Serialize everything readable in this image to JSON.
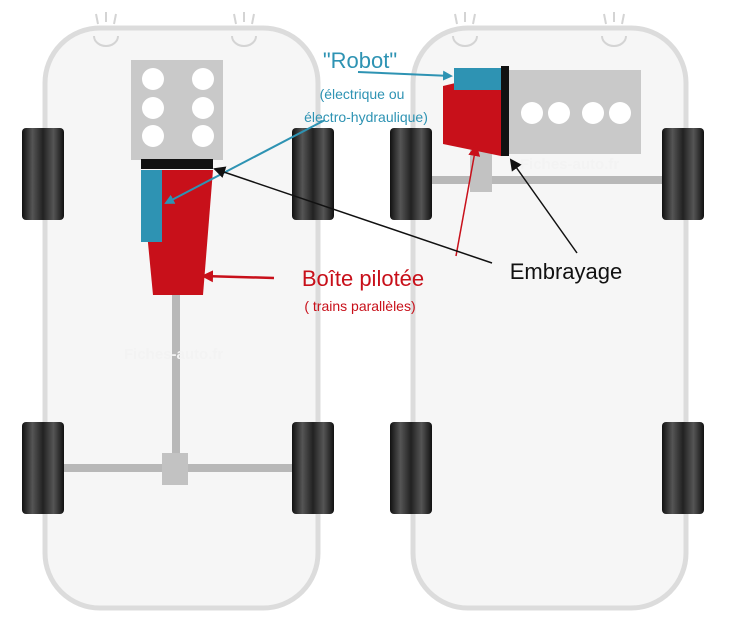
{
  "colors": {
    "robot": "#2e93b3",
    "gearbox": "#c8101a",
    "clutch": "#111111",
    "engine": "#c9c9c9",
    "car_body": "#ebebeb",
    "car_outline": "#d9d9d9",
    "tire": "#2a2a2a",
    "shaft": "#b8b8b8",
    "watermark": "#f3f3f3"
  },
  "labels": {
    "robot_title": "\"Robot\"",
    "robot_sub1": "(électrique ou",
    "robot_sub2": "électro-hydraulique)",
    "gearbox_title": "Boîte pilotée",
    "gearbox_sub": "( trains parallèles)",
    "clutch": "Embrayage"
  },
  "watermarks": [
    "Fiches-auto.fr",
    "Fiches-auto.fr"
  ],
  "icons": [
    "headlight-icon",
    "cylinder-icon",
    "arrow-icon"
  ]
}
